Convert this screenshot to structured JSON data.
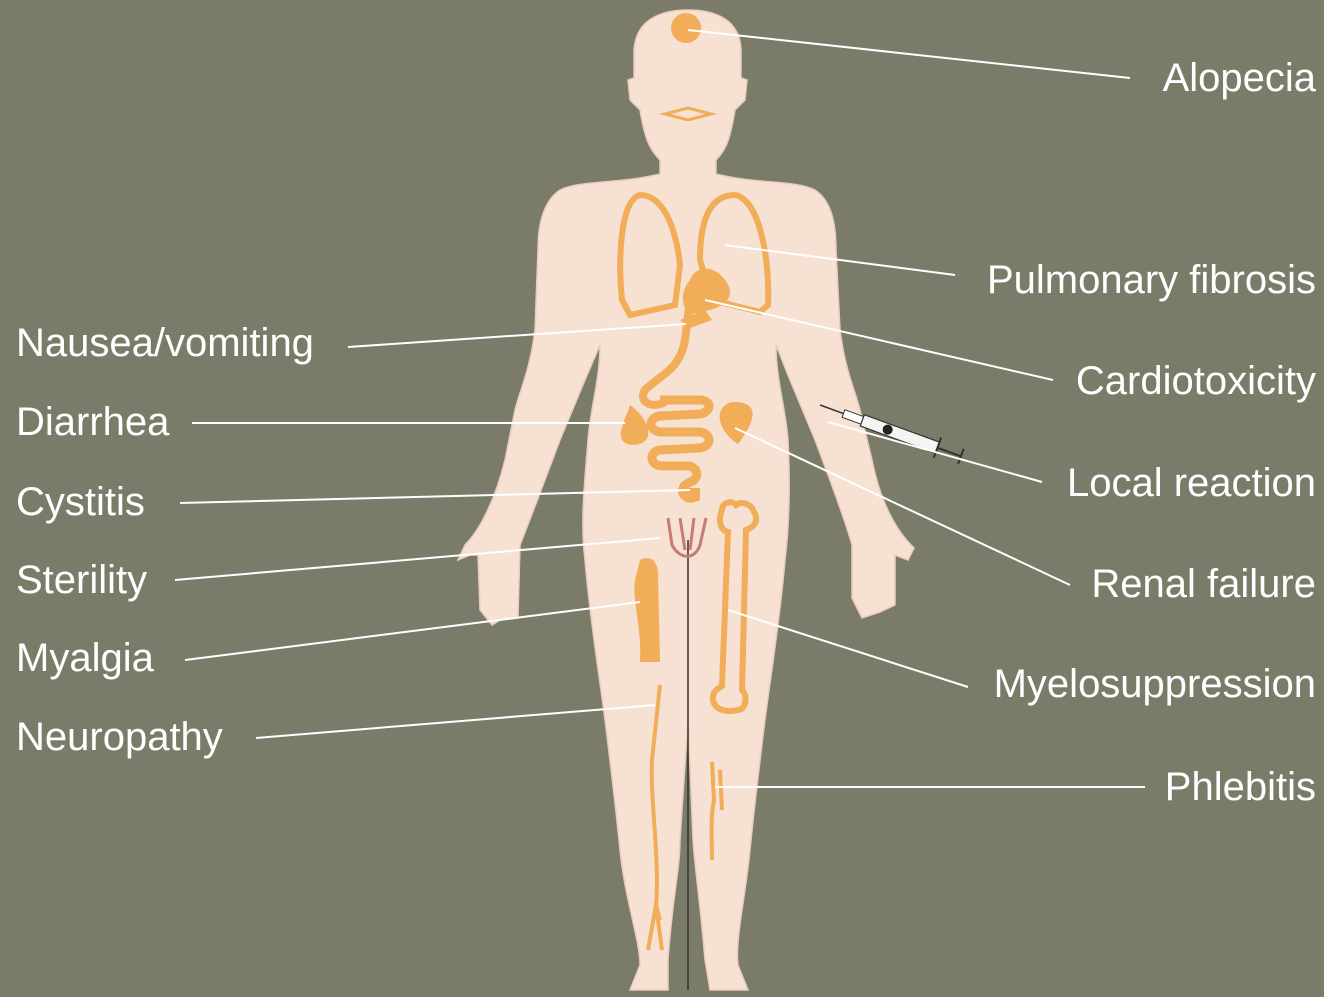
{
  "colors": {
    "background": "#7a7c69",
    "skin": "#f7e1d3",
    "organ": "#f1ad58",
    "reproductive": "#c77b74",
    "leader_line": "#ffffff",
    "label_text": "#ffffff"
  },
  "labels_left": {
    "nausea": "Nausea/vomiting",
    "diarrhea": "Diarrhea",
    "cystitis": "Cystitis",
    "sterility": "Sterility",
    "myalgia": "Myalgia",
    "neuropathy": "Neuropathy"
  },
  "labels_right": {
    "alopecia": "Alopecia",
    "pulmonary": "Pulmonary fibrosis",
    "cardio": "Cardiotoxicity",
    "local": "Local reaction",
    "renal": "Renal failure",
    "myelo": "Myelosuppression",
    "phlebitis": "Phlebitis"
  },
  "icons": {
    "syringe": "syringe-icon",
    "body": "human-body-icon"
  }
}
